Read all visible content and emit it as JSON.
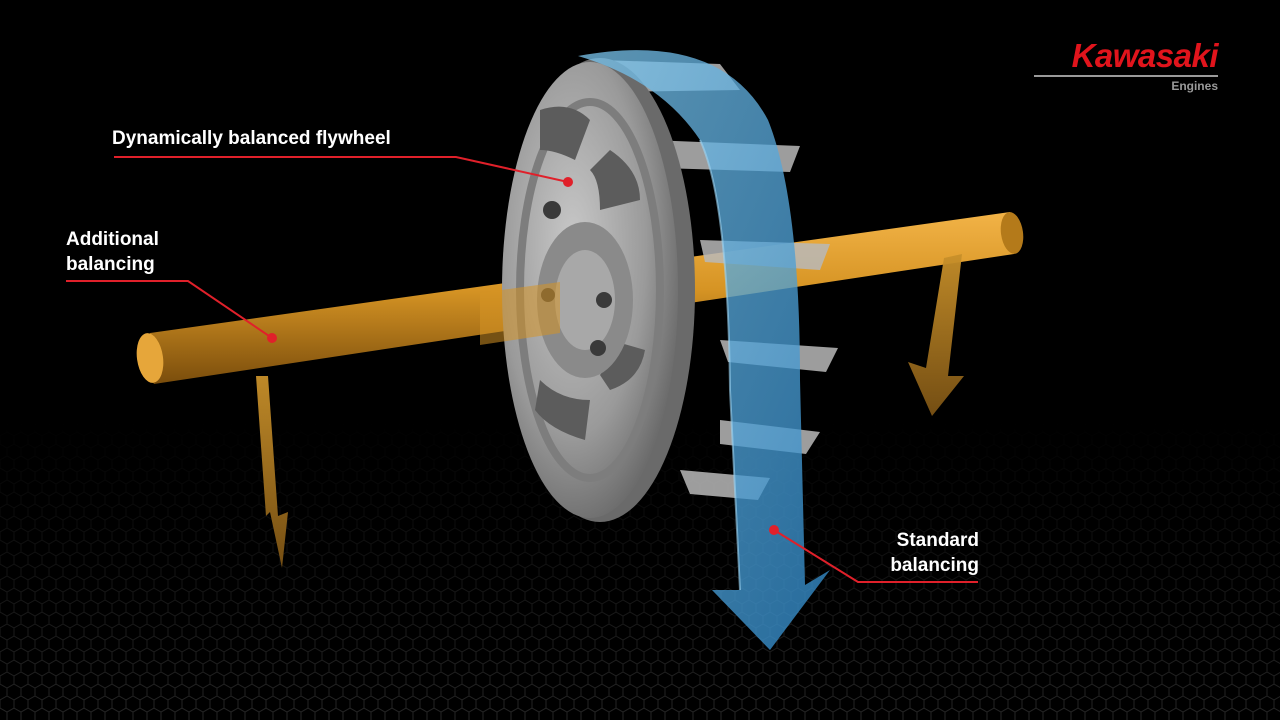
{
  "labels": {
    "flywheel": "Dynamically balanced flywheel",
    "additional": [
      "Additional",
      "balancing"
    ],
    "standard": [
      "Standard",
      "balancing"
    ]
  },
  "logo": {
    "brand": "Kawasaki",
    "sub": "Engines"
  },
  "colors": {
    "background": "#000000",
    "leader_line": "#e0202a",
    "leader_dot": "#e0202a",
    "shaft": "#c88a1c",
    "flywheel": "#9c9c9c",
    "standard_arrow": "#5aaee0",
    "additional_arrow": "#b07a1e",
    "brand_red": "#e1141c"
  }
}
